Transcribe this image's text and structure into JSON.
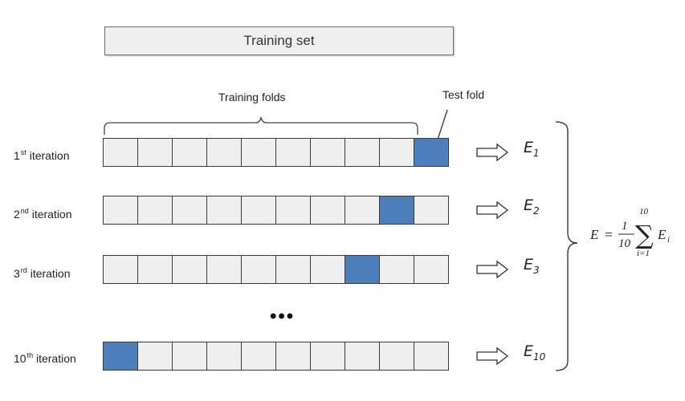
{
  "header": {
    "training_set": "Training set"
  },
  "labels": {
    "training_folds": "Training folds",
    "test_fold": "Test fold",
    "ellipsis": "•••"
  },
  "iterations": [
    {
      "ord_num": "1",
      "ord_suffix": "st",
      "suffix_text": " iteration",
      "test_index": 9,
      "error_base": "E",
      "error_sub": "1"
    },
    {
      "ord_num": "2",
      "ord_suffix": "nd",
      "suffix_text": " iteration",
      "test_index": 8,
      "error_base": "E",
      "error_sub": "2"
    },
    {
      "ord_num": "3",
      "ord_suffix": "rd",
      "suffix_text": " iteration",
      "test_index": 7,
      "error_base": "E",
      "error_sub": "3"
    },
    {
      "ord_num": "10",
      "ord_suffix": "th",
      "suffix_text": " iteration",
      "test_index": 0,
      "error_base": "E",
      "error_sub": "10"
    }
  ],
  "folds_per_row": 10,
  "formula": {
    "lhs": "E",
    "equals": "=",
    "numerator": "1",
    "denominator": "10",
    "sum_symbol": "∑",
    "upper": "10",
    "lower": "i=1",
    "term": "E",
    "term_sub": "i"
  },
  "colors": {
    "test_fold": "#4d7fbd",
    "train_fold": "#efefef",
    "border": "#3a3a3a"
  }
}
